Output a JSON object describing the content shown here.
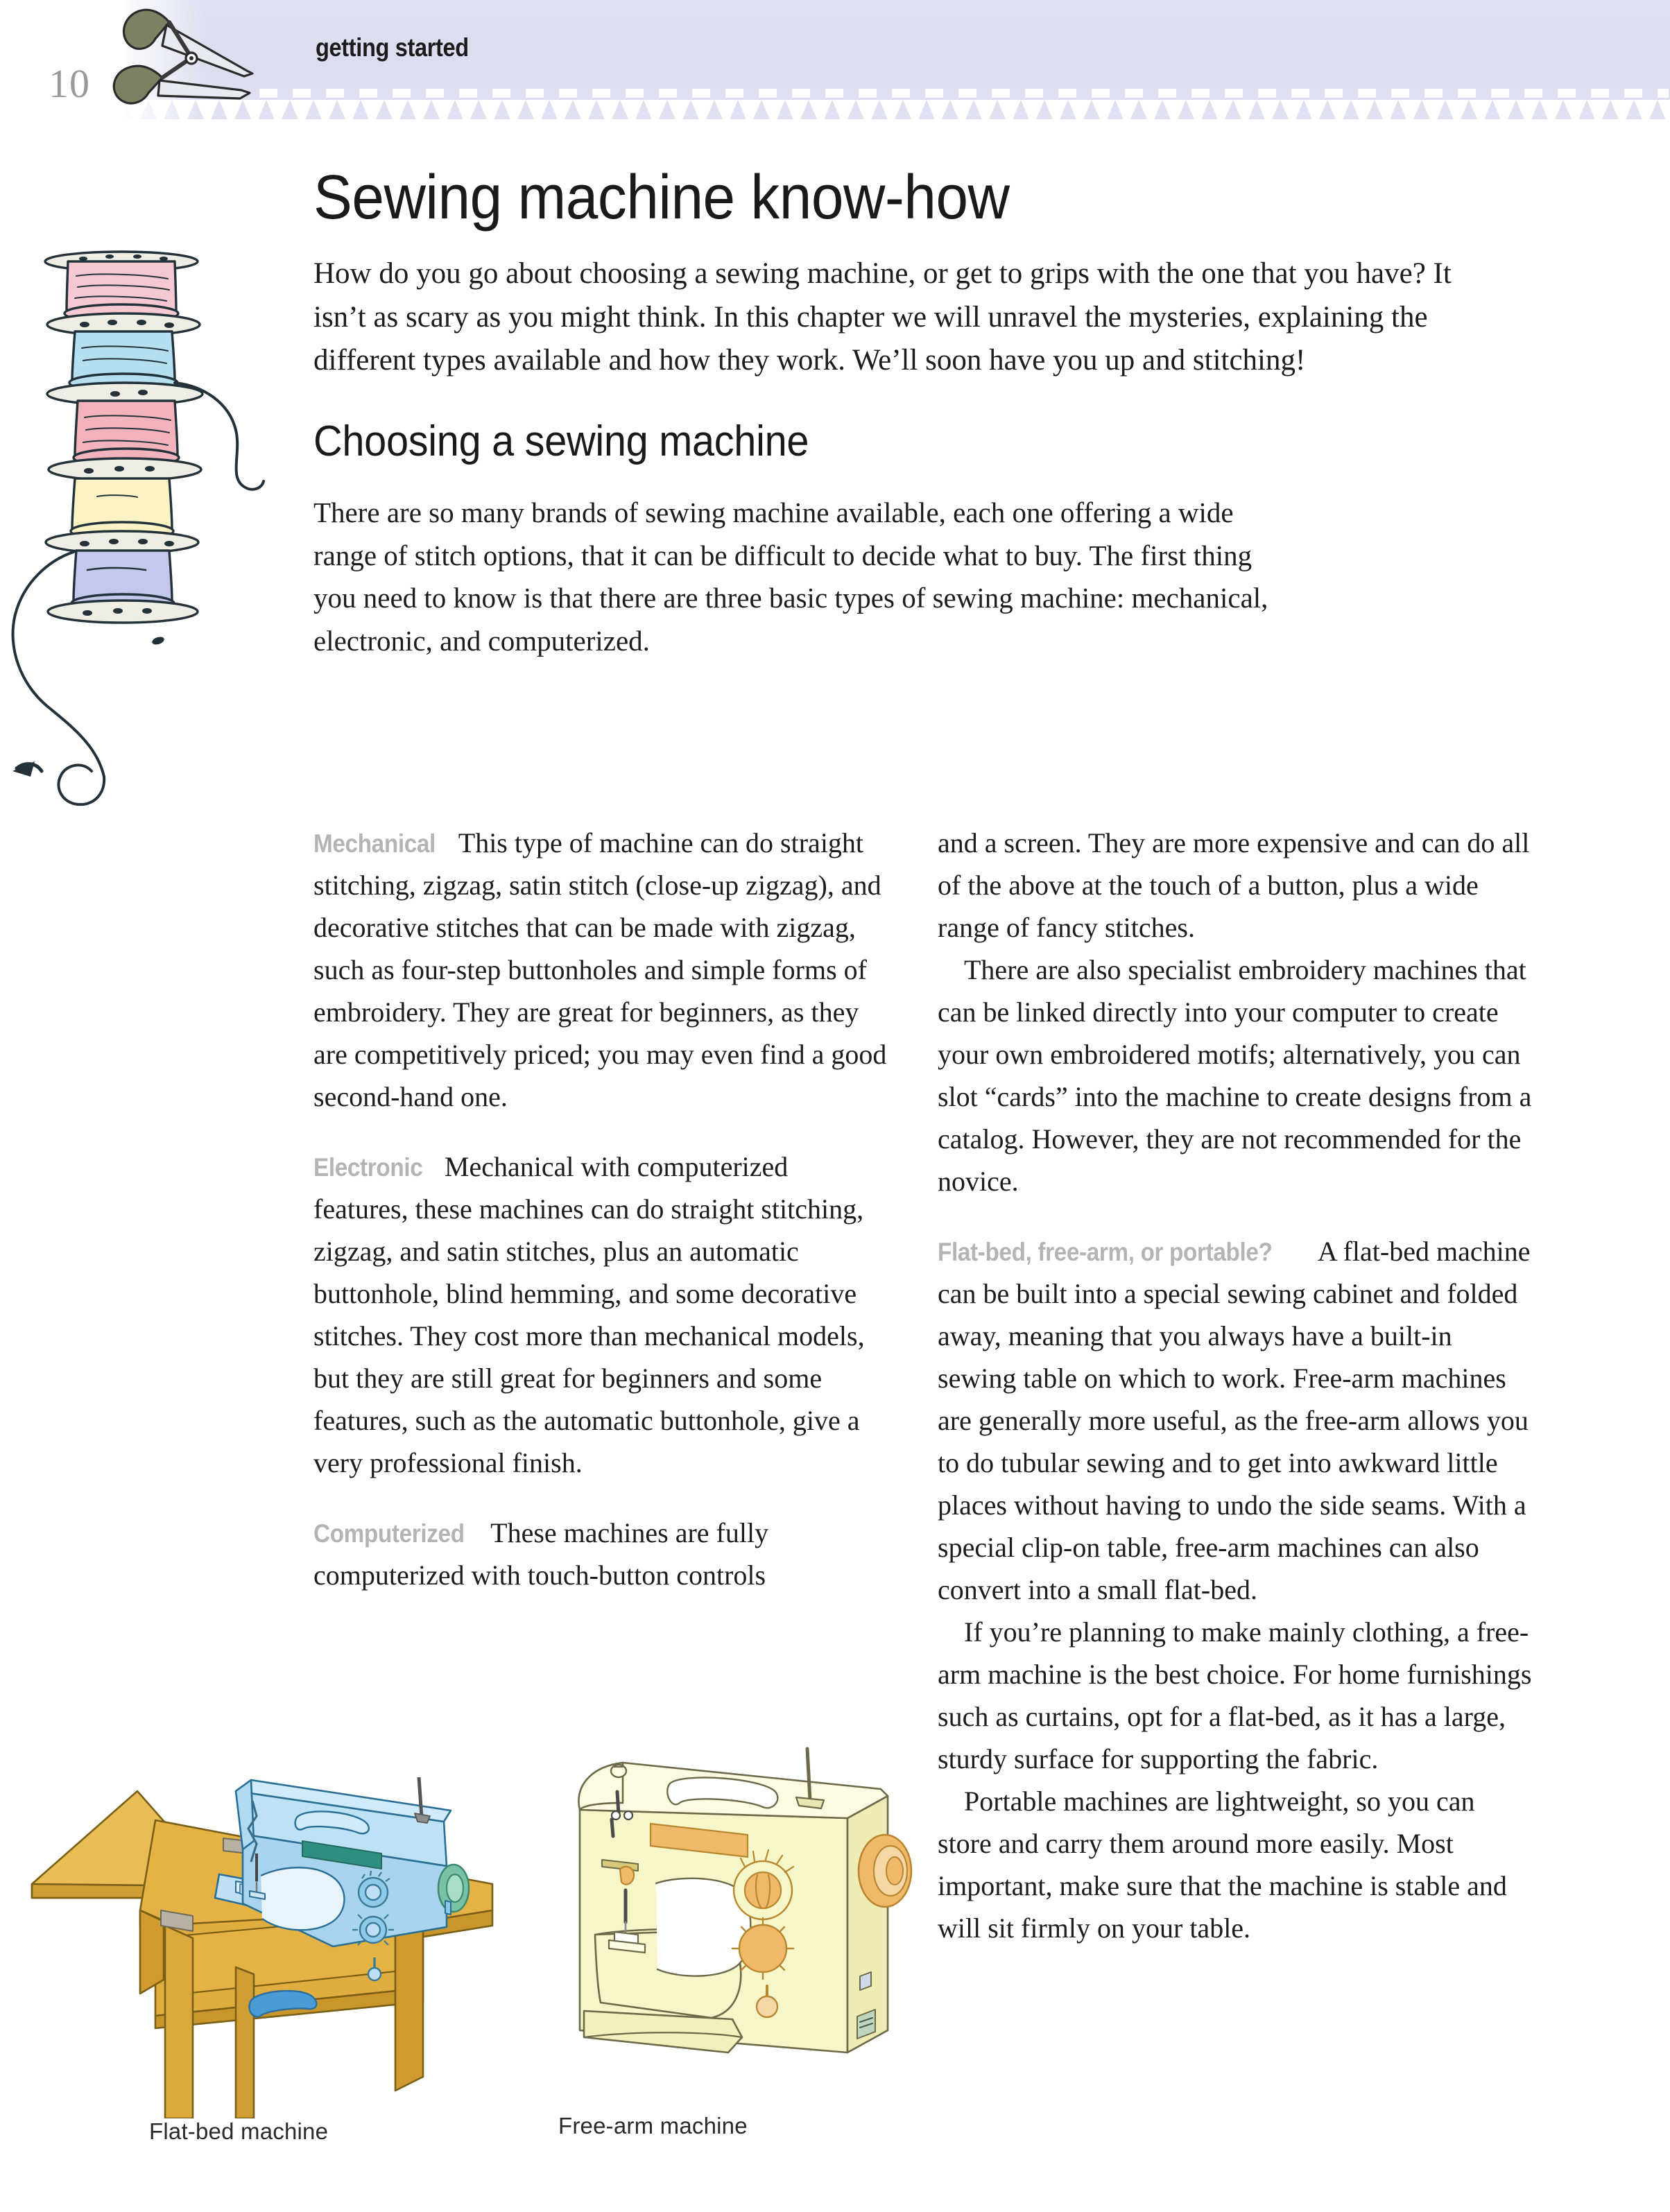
{
  "header": {
    "page_number": "10",
    "chapter_label": "getting started",
    "band_color": "#dcdef0",
    "scissors_icon": "scissors-icon"
  },
  "title": "Sewing machine know-how",
  "intro": "How do you go about choosing a sewing machine, or get to grips with the one that you have? It isn’t as scary as you might think. In this chapter we will unravel the mysteries, explaining the different types available and how they work. We’ll soon have you up and stitching!",
  "section": {
    "heading": "Choosing a sewing machine",
    "lead": "There are so many brands of sewing machine available, each one offering a wide range of stitch options, that it can be difficult to decide what to buy. The first thing you need to know is that there are three basic types of sewing machine: mechanical, electronic, and computerized."
  },
  "columns": {
    "left": [
      {
        "runin": "Mechanical",
        "text": " This type of machine can do straight stitching, zigzag, satin stitch (close-up zigzag), and decorative stitches that can be made with zigzag, such as four-step buttonholes and simple forms of embroidery. They are great for beginners, as they are competitively priced; you may even find a good second-hand one."
      },
      {
        "runin": "Electronic",
        "text": " Mechanical with computerized features, these machines can do straight stitching, zigzag, and satin stitches, plus an automatic buttonhole, blind hemming, and some decorative stitches. They cost more than mechanical models, but they are still great for beginners and some features, such as the automatic buttonhole, give a very professional finish."
      },
      {
        "runin": "Computerized",
        "text": " These machines are fully computerized with touch-button controls"
      }
    ],
    "right": [
      {
        "runin": "",
        "text": "and a screen. They are more expensive and can do all of the above at the touch of a button, plus a wide range of fancy stitches."
      },
      {
        "runin": "",
        "text": "There are also specialist embroidery machines that can be linked directly into your computer to create your own embroidered motifs; alternatively, you can slot “cards” into the machine to create designs from a catalog. However, they are not recommended for the novice.",
        "indent": true
      },
      {
        "runin": "Flat-bed, free-arm, or portable?",
        "text": " A flat-bed machine can be built into a special sewing cabinet and folded away, meaning that you always have a built-in sewing table on which to work. Free-arm machines are generally more useful, as the free-arm allows you to do tubular sewing and to get into awkward little places without having to undo the side seams. With a special clip-on table, free-arm machines can also convert into a small flat-bed."
      },
      {
        "runin": "",
        "text": "If you’re planning to make mainly clothing, a free-arm machine is the best choice. For home furnishings such as curtains, opt for a flat-bed, as it has a large, sturdy surface for supporting the fabric.",
        "indent": true
      },
      {
        "runin": "",
        "text": "Portable machines are lightweight, so you can store and carry them around more easily. Most important, make sure that the machine is stable and will sit firmly on your table.",
        "indent": true
      }
    ]
  },
  "figures": {
    "flatbed": {
      "caption": "Flat-bed machine",
      "machine_color": "#a8d4ef",
      "table_color": "#e5b245",
      "handle_color": "#4a9ad4"
    },
    "freearm": {
      "caption": "Free-arm machine",
      "body_color": "#f7f6c8",
      "dial_color": "#f2c77e"
    }
  },
  "spools": {
    "name": "thread-spools-illustration",
    "colors": [
      "#f6c9d2",
      "#b3dff0",
      "#f3b3bd",
      "#fbf3c4",
      "#c5c8ec"
    ]
  }
}
